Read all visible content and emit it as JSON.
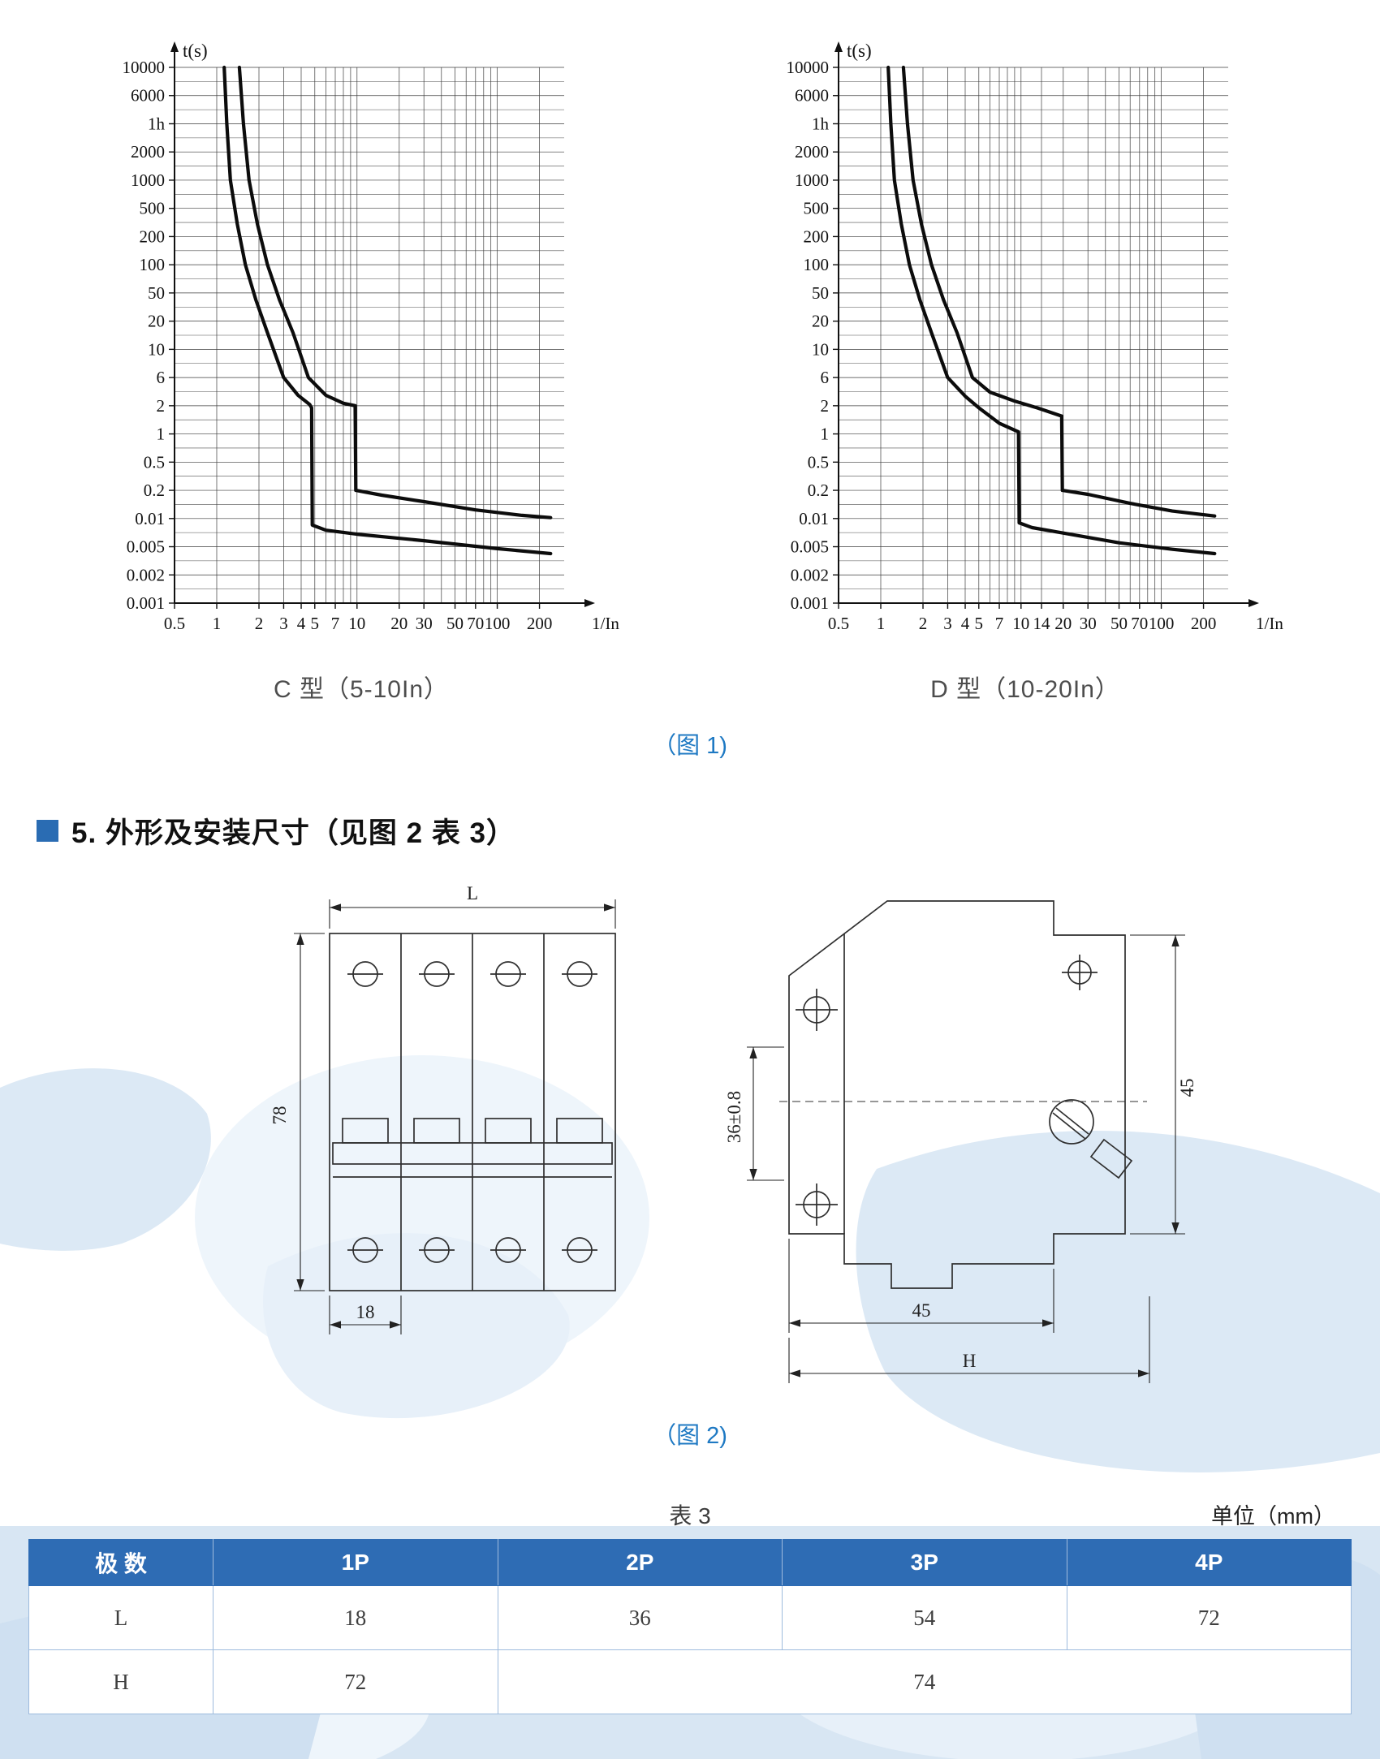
{
  "page": {
    "section5_heading": "5. 外形及安装尺寸（见图 2 表 3）",
    "fig1_caption": "（图 1)",
    "fig2_caption": "（图 2)"
  },
  "colors": {
    "accent_blue": "#2a6cb3",
    "caption_blue": "#1e79c3",
    "table_header_bg": "#2e6cb4",
    "table_border": "#9dbbdd",
    "curve_black": "#0c0c0c",
    "watermark_blue": "#dbe8f5"
  },
  "chart_data": [
    {
      "type": "line",
      "title": "C 型（5-10In）",
      "ylabel": "t(s)",
      "xlabel": "1/In",
      "y_tick_labels": [
        "10000",
        "6000",
        "1h",
        "2000",
        "1000",
        "500",
        "200",
        "100",
        "50",
        "20",
        "10",
        "6",
        "2",
        "1",
        "0.5",
        "0.2",
        "0.01",
        "0.005",
        "0.002",
        "0.001"
      ],
      "y_tick_values": [
        10000,
        6000,
        3600,
        2000,
        1000,
        500,
        200,
        100,
        50,
        20,
        10,
        6,
        2,
        1,
        0.5,
        0.2,
        0.01,
        0.005,
        0.002,
        0.001
      ],
      "x_tick_labels": [
        "0.5",
        "1",
        "2",
        "3",
        "4",
        "5",
        "7",
        "10",
        "20",
        "30",
        "50",
        "70",
        "100",
        "200"
      ],
      "x_tick_values": [
        0.5,
        1,
        2,
        3,
        4,
        5,
        7,
        10,
        20,
        30,
        50,
        70,
        100,
        200
      ],
      "x_grid": [
        1,
        2,
        3,
        4,
        5,
        6,
        7,
        8,
        9,
        10,
        20,
        30,
        40,
        50,
        60,
        70,
        80,
        90,
        100,
        200
      ],
      "x_range": [
        0.5,
        300
      ],
      "grid": true,
      "series": [
        {
          "name": "lower-limit",
          "points": [
            [
              1.13,
              10000
            ],
            [
              1.18,
              3600
            ],
            [
              1.25,
              1000
            ],
            [
              1.4,
              300
            ],
            [
              1.6,
              100
            ],
            [
              1.9,
              40
            ],
            [
              2.3,
              15
            ],
            [
              3,
              6
            ],
            [
              3.8,
              3
            ],
            [
              4.6,
              2.1
            ],
            [
              4.75,
              1.9
            ],
            [
              4.8,
              0.0085
            ],
            [
              6,
              0.0075
            ],
            [
              10,
              0.0068
            ],
            [
              30,
              0.0058
            ],
            [
              100,
              0.0047
            ],
            [
              240,
              0.004
            ]
          ]
        },
        {
          "name": "upper-limit",
          "points": [
            [
              1.45,
              10000
            ],
            [
              1.55,
              3600
            ],
            [
              1.7,
              1000
            ],
            [
              1.95,
              300
            ],
            [
              2.3,
              100
            ],
            [
              2.8,
              40
            ],
            [
              3.5,
              15
            ],
            [
              4.5,
              6
            ],
            [
              6,
              3
            ],
            [
              8,
              2.2
            ],
            [
              9.7,
              2.0
            ],
            [
              9.8,
              0.2
            ],
            [
              15,
              0.12
            ],
            [
              30,
              0.06
            ],
            [
              70,
              0.025
            ],
            [
              150,
              0.014
            ],
            [
              240,
              0.011
            ]
          ]
        }
      ]
    },
    {
      "type": "line",
      "title": "D 型（10-20In）",
      "ylabel": "t(s)",
      "xlabel": "1/In",
      "y_tick_labels": [
        "10000",
        "6000",
        "1h",
        "2000",
        "1000",
        "500",
        "200",
        "100",
        "50",
        "20",
        "10",
        "6",
        "2",
        "1",
        "0.5",
        "0.2",
        "0.01",
        "0.005",
        "0.002",
        "0.001"
      ],
      "y_tick_values": [
        10000,
        6000,
        3600,
        2000,
        1000,
        500,
        200,
        100,
        50,
        20,
        10,
        6,
        2,
        1,
        0.5,
        0.2,
        0.01,
        0.005,
        0.002,
        0.001
      ],
      "x_tick_labels": [
        "0.5",
        "1",
        "2",
        "3",
        "4",
        "5",
        "7",
        "10",
        "14",
        "20",
        "30",
        "50",
        "70",
        "100",
        "200"
      ],
      "x_tick_values": [
        0.5,
        1,
        2,
        3,
        4,
        5,
        7,
        10,
        14,
        20,
        30,
        50,
        70,
        100,
        200
      ],
      "x_grid": [
        1,
        2,
        3,
        4,
        5,
        6,
        7,
        8,
        9,
        10,
        14,
        20,
        30,
        40,
        50,
        60,
        70,
        80,
        90,
        100,
        200
      ],
      "x_range": [
        0.5,
        300
      ],
      "grid": true,
      "series": [
        {
          "name": "lower-limit",
          "points": [
            [
              1.13,
              10000
            ],
            [
              1.18,
              3600
            ],
            [
              1.25,
              1000
            ],
            [
              1.4,
              300
            ],
            [
              1.6,
              100
            ],
            [
              1.9,
              40
            ],
            [
              2.3,
              15
            ],
            [
              3,
              6
            ],
            [
              4,
              2.9
            ],
            [
              5,
              1.9
            ],
            [
              7,
              1.3
            ],
            [
              9.6,
              1.05
            ],
            [
              9.7,
              0.009
            ],
            [
              12,
              0.008
            ],
            [
              20,
              0.007
            ],
            [
              50,
              0.0055
            ],
            [
              120,
              0.0046
            ],
            [
              240,
              0.004
            ]
          ]
        },
        {
          "name": "upper-limit",
          "points": [
            [
              1.45,
              10000
            ],
            [
              1.55,
              3600
            ],
            [
              1.7,
              1000
            ],
            [
              1.95,
              300
            ],
            [
              2.3,
              100
            ],
            [
              2.8,
              40
            ],
            [
              3.5,
              15
            ],
            [
              4.5,
              6
            ],
            [
              6,
              3.4
            ],
            [
              9,
              2.4
            ],
            [
              13,
              1.9
            ],
            [
              19.5,
              1.55
            ],
            [
              19.7,
              0.2
            ],
            [
              30,
              0.13
            ],
            [
              60,
              0.05
            ],
            [
              120,
              0.022
            ],
            [
              240,
              0.013
            ]
          ]
        }
      ]
    }
  ],
  "figure2": {
    "front": {
      "dim_l": "L",
      "dim_78": "78",
      "dim_18": "18"
    },
    "side": {
      "dim_36": "36±0.8",
      "dim_45_right": "45",
      "dim_45_bottom": "45",
      "dim_h": "H"
    }
  },
  "table3": {
    "title": "表 3",
    "unit": "单位（mm）",
    "headers": [
      "极 数",
      "1P",
      "2P",
      "3P",
      "4P"
    ],
    "row_l": {
      "label": "L",
      "values": [
        "18",
        "36",
        "54",
        "72"
      ]
    },
    "row_h": {
      "label": "H",
      "v1": "72",
      "v2": "74"
    }
  }
}
